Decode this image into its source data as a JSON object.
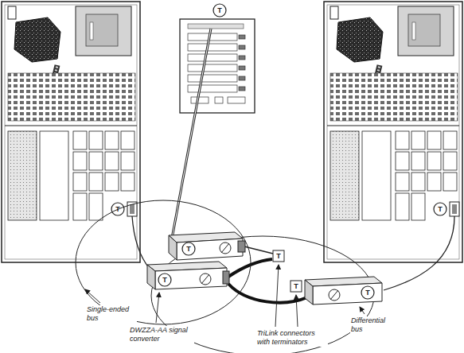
{
  "diagram": {
    "labels": [
      "T",
      "T",
      "T",
      "T",
      "T",
      "T",
      "T",
      "T",
      "Single-ended bus",
      "DWZZA-AA signal converter",
      "TriLink connectors with terminators",
      "Differential bus"
    ]
  }
}
